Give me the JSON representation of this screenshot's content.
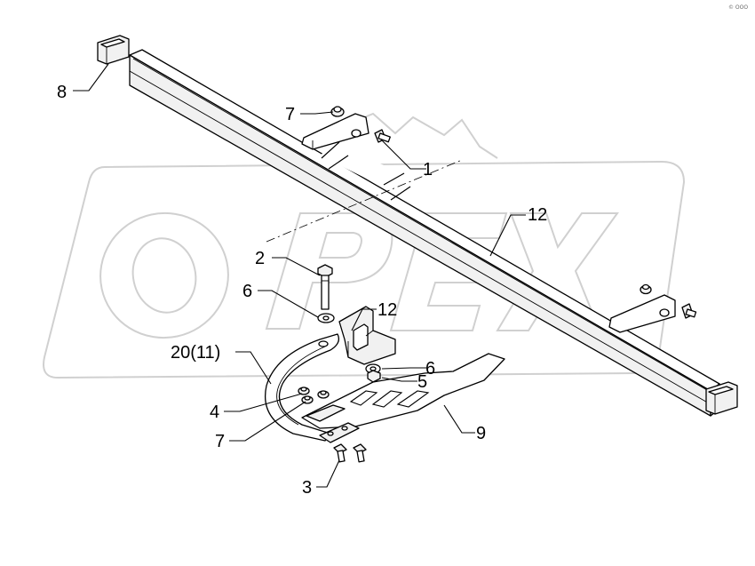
{
  "corner_mark": "© ООО",
  "watermark_brand": "OPEX",
  "labels": {
    "l8": "8",
    "l7_top": "7",
    "l1": "1",
    "l12_beam": "12",
    "l2": "2",
    "l6_left": "6",
    "l12_bracket": "12",
    "l20": "20(11)",
    "l6_right": "6",
    "l5": "5",
    "l4": "4",
    "l7_bottom": "7",
    "l9": "9",
    "l3": "3"
  }
}
